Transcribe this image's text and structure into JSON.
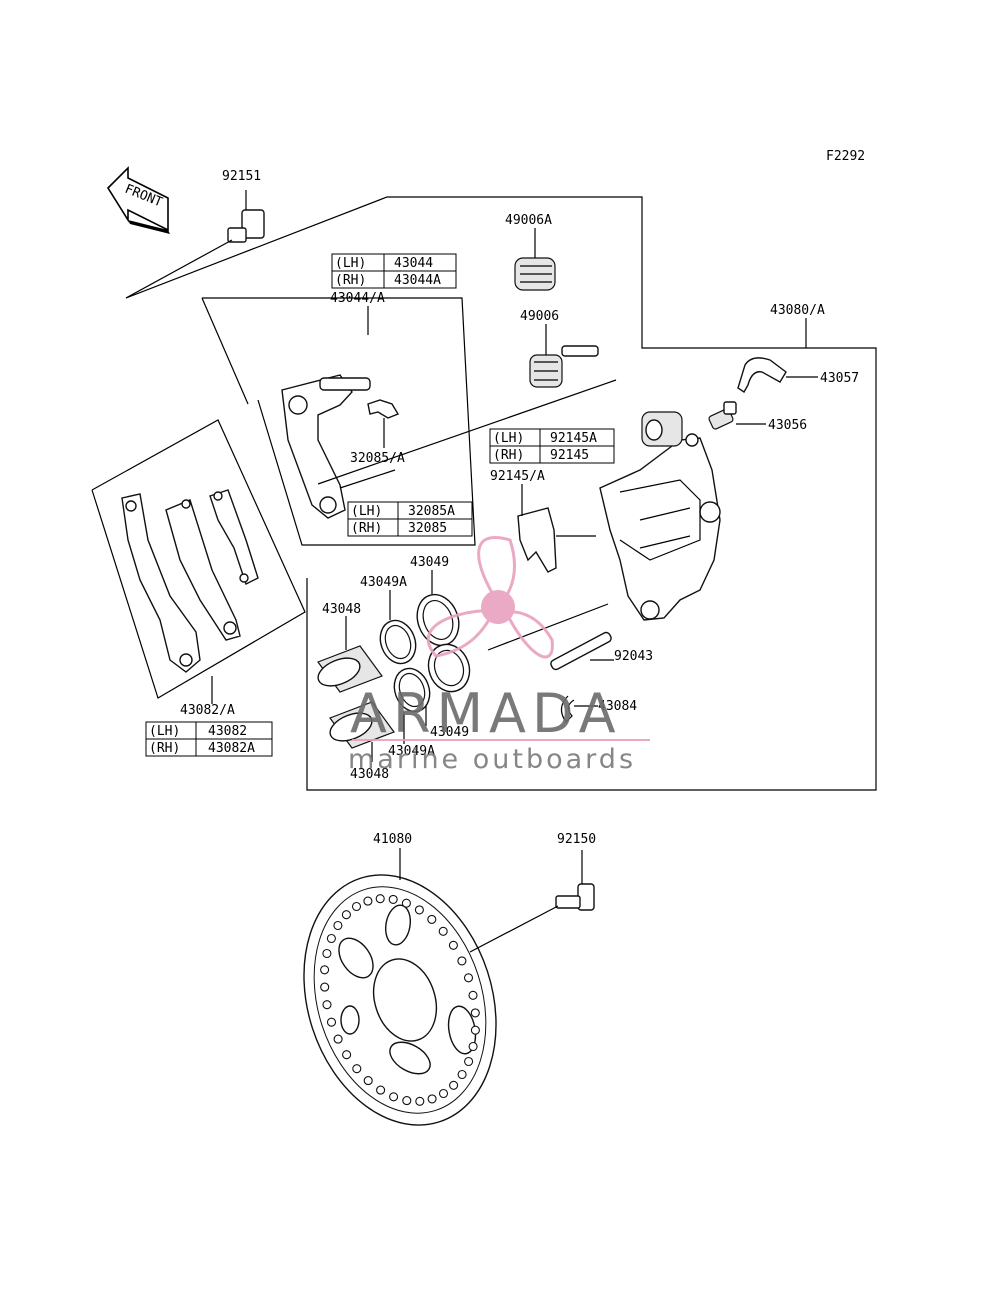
{
  "figure_code": "F2292",
  "front_arrow_label": "FRONT",
  "labels": {
    "p92151": "92151",
    "p49006A": "49006A",
    "p43044A": "43044/A",
    "p49006": "49006",
    "p43080A": "43080/A",
    "p43057": "43057",
    "p43056": "43056",
    "p32085A": "32085/A",
    "p92145A": "92145/A",
    "p43049_top": "43049",
    "p43049A_top": "43049A",
    "p43048_top": "43048",
    "p92043": "92043",
    "p43084": "43084",
    "p43082A": "43082/A",
    "p43049_bot": "43049",
    "p43049A_bot": "43049A",
    "p43048_bot": "43048",
    "p41080": "41080",
    "p92150": "92150"
  },
  "tables": {
    "t43044": [
      [
        "(LH)",
        "43044"
      ],
      [
        "(RH)",
        "43044A"
      ]
    ],
    "t32085": [
      [
        "(LH)",
        "32085A"
      ],
      [
        "(RH)",
        "32085"
      ]
    ],
    "t92145": [
      [
        "(LH)",
        "92145A"
      ],
      [
        "(RH)",
        "92145"
      ]
    ],
    "t43082": [
      [
        "(LH)",
        "43082"
      ],
      [
        "(RH)",
        "43082A"
      ]
    ]
  },
  "watermark": {
    "brand": "ARMADA",
    "tagline": "marine outboards",
    "accent_color": "#e8a0bf"
  }
}
